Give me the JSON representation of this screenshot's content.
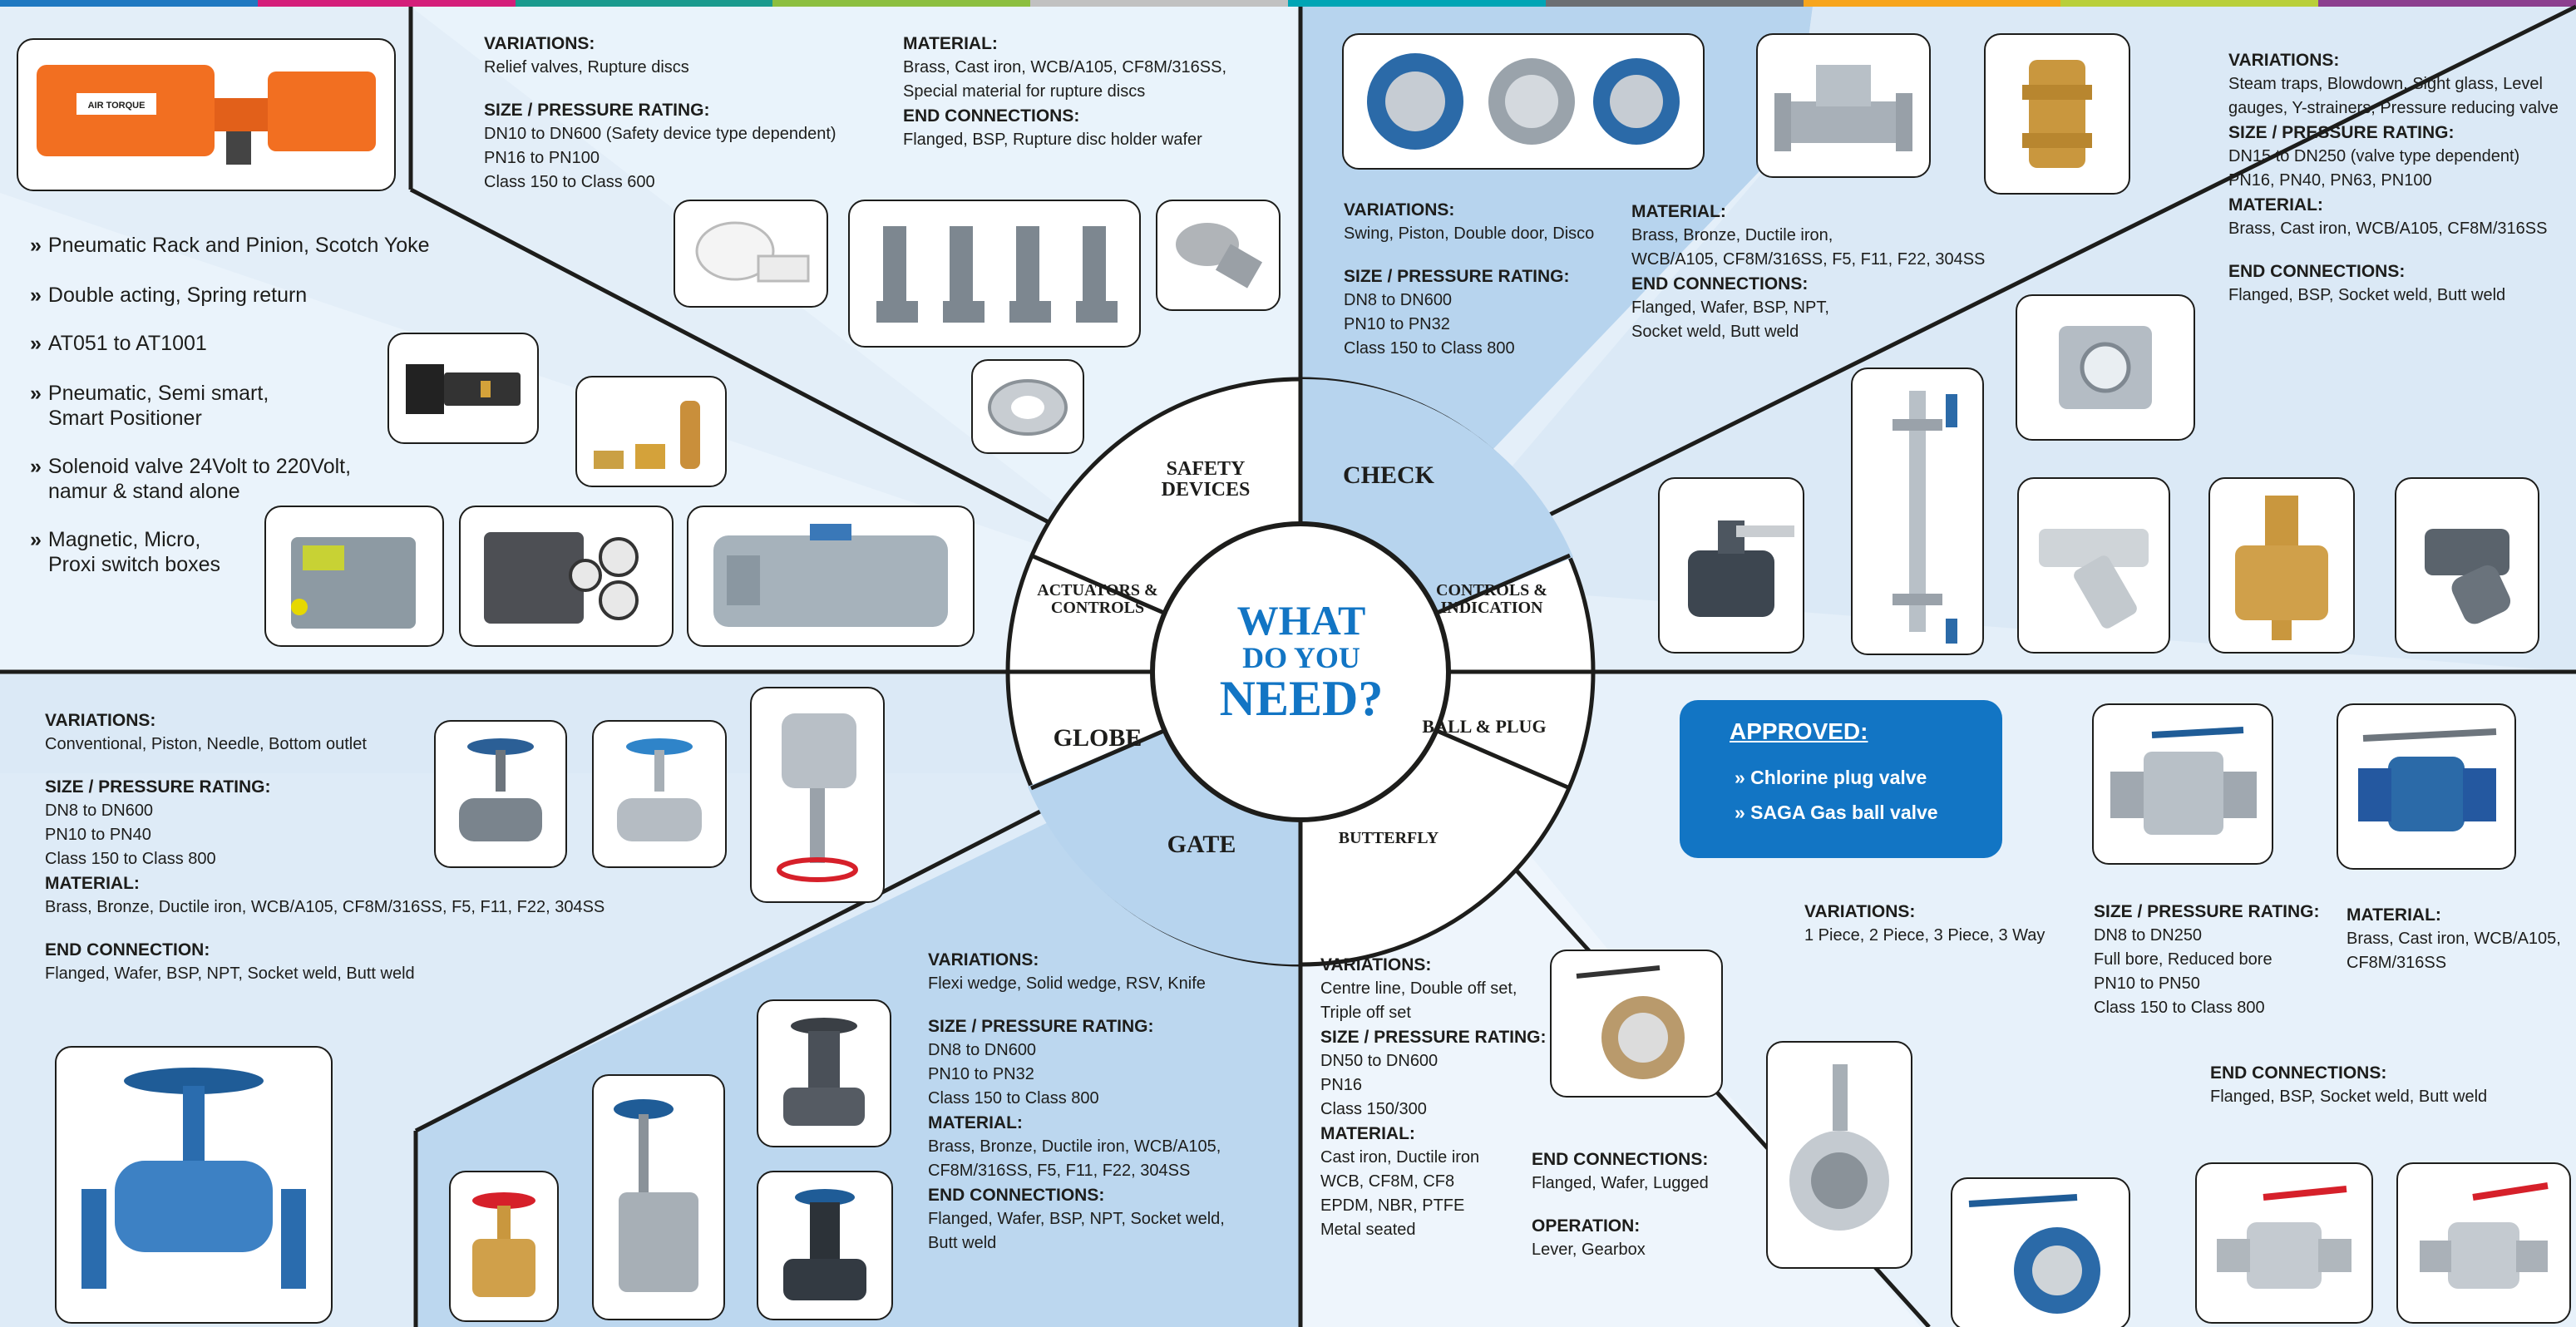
{
  "colors": {
    "accent_blue": "#1275c4",
    "light_blue_bg": "#dcebf7",
    "mid_blue_bg": "#b3d2ee",
    "divider": "#1d1d1b",
    "top_strip": [
      "#1f78c1",
      "#d41e7a",
      "#1a9a8e",
      "#8cbf3f",
      "#c1c1c1",
      "#00a5b5",
      "#6c6f73",
      "#f7a51c",
      "#b9cf3a",
      "#8c3f8f"
    ]
  },
  "center": {
    "line1": "WHAT",
    "line2": "DO YOU",
    "line3": "NEED?"
  },
  "segments": {
    "safety": {
      "line1": "SAFETY",
      "line2": "DEVICES"
    },
    "check": "CHECK",
    "actuators": {
      "line1": "ACTUATORS &",
      "line2": "CONTROLS"
    },
    "controls": {
      "line1": "CONTROLS &",
      "line2": "INDICATION"
    },
    "globe": "GLOBE",
    "ball": "BALL & PLUG",
    "gate": "GATE",
    "butterfly": "BUTTERFLY"
  },
  "actuators": {
    "bullets": [
      {
        "line1": "Pneumatic Rack and Pinion, Scotch Yoke"
      },
      {
        "line1": "Double acting, Spring return"
      },
      {
        "line1": "AT051 to AT1001"
      },
      {
        "line1": "Pneumatic, Semi smart,",
        "line2": "Smart Positioner"
      },
      {
        "line1": "Solenoid valve 24Volt to 220Volt,",
        "line2": "namur & stand alone"
      },
      {
        "line1": "Magnetic, Micro,",
        "line2": "Proxi switch boxes"
      }
    ],
    "bullet_marker": "»",
    "brand_label": "AIR TORQUE"
  },
  "safety": {
    "variations_h": "VARIATIONS:",
    "variations": "Relief valves, Rupture discs",
    "size_h": "SIZE / PRESSURE RATING:",
    "size": [
      "DN10 to DN600 (Safety device type dependent)",
      "PN16 to PN100",
      "Class 150 to Class 600"
    ],
    "material_h": "MATERIAL:",
    "material": [
      "Brass, Cast iron, WCB/A105, CF8M/316SS,",
      "Special material for rupture discs"
    ],
    "end_h": "END CONNECTIONS:",
    "end": "Flanged, BSP, Rupture disc holder wafer"
  },
  "check": {
    "variations_h": "VARIATIONS:",
    "variations": "Swing, Piston, Double door, Disco",
    "size_h": "SIZE / PRESSURE RATING:",
    "size": [
      "DN8 to DN600",
      "PN10 to PN32",
      "Class 150 to Class 800"
    ],
    "material_h": "MATERIAL:",
    "material": [
      "Brass, Bronze, Ductile iron,",
      "WCB/A105, CF8M/316SS, F5, F11, F22, 304SS"
    ],
    "end_h": "END CONNECTIONS:",
    "end": [
      "Flanged, Wafer, BSP, NPT,",
      "Socket weld, Butt weld"
    ]
  },
  "controls": {
    "variations_h": "VARIATIONS:",
    "variations": [
      "Steam traps, Blowdown, Sight glass, Level",
      "gauges, Y-strainers, Pressure reducing valve"
    ],
    "size_h": "SIZE / PRESSURE RATING:",
    "size": [
      "DN15 to DN250 (valve type dependent)",
      "PN16, PN40, PN63, PN100"
    ],
    "material_h": "MATERIAL:",
    "material": "Brass, Cast iron, WCB/A105, CF8M/316SS",
    "end_h": "END CONNECTIONS:",
    "end": "Flanged, BSP, Socket weld, Butt weld"
  },
  "globe": {
    "variations_h": "VARIATIONS:",
    "variations": "Conventional, Piston, Needle, Bottom outlet",
    "size_h": "SIZE / PRESSURE RATING:",
    "size": [
      "DN8 to DN600",
      "PN10 to PN40",
      "Class 150 to Class 800"
    ],
    "material_h": "MATERIAL:",
    "material": "Brass, Bronze, Ductile iron, WCB/A105, CF8M/316SS, F5, F11, F22, 304SS",
    "end_h": "END CONNECTION:",
    "end": "Flanged, Wafer, BSP, NPT, Socket weld, Butt weld"
  },
  "gate": {
    "variations_h": "VARIATIONS:",
    "variations": "Flexi wedge, Solid wedge, RSV, Knife",
    "size_h": "SIZE / PRESSURE RATING:",
    "size": [
      "DN8 to DN600",
      "PN10 to PN32",
      "Class 150 to Class 800"
    ],
    "material_h": "MATERIAL:",
    "material": [
      "Brass, Bronze, Ductile iron, WCB/A105,",
      "CF8M/316SS, F5, F11, F22, 304SS"
    ],
    "end_h": "END CONNECTIONS:",
    "end": [
      "Flanged, Wafer, BSP, NPT, Socket weld,",
      "Butt weld"
    ]
  },
  "butterfly": {
    "variations_h": "VARIATIONS:",
    "variations": [
      "Centre line, Double off set,",
      "Triple off set"
    ],
    "size_h": "SIZE / PRESSURE RATING:",
    "size": [
      "DN50 to DN600",
      "PN16",
      "Class 150/300"
    ],
    "material_h": "MATERIAL:",
    "material": [
      "Cast iron, Ductile iron",
      "WCB, CF8M, CF8",
      "EPDM, NBR, PTFE",
      "Metal seated"
    ],
    "end_h": "END CONNECTIONS:",
    "end": "Flanged, Wafer, Lugged",
    "operation_h": "OPERATION:",
    "operation": "Lever, Gearbox"
  },
  "ball": {
    "approved_title": "APPROVED:",
    "approved_items": [
      "» Chlorine plug valve",
      "» SAGA Gas ball valve"
    ],
    "variations_h": "VARIATIONS:",
    "variations": "1 Piece, 2 Piece, 3 Piece, 3 Way",
    "size_h": "SIZE / PRESSURE RATING:",
    "size": [
      "DN8 to DN250",
      "Full bore, Reduced bore",
      "PN10 to PN50",
      "Class 150 to Class 800"
    ],
    "material_h": "MATERIAL:",
    "material": [
      "Brass, Cast iron, WCB/A105,",
      "CF8M/316SS"
    ],
    "end_h": "END CONNECTIONS:",
    "end": "Flanged, BSP, Socket weld, Butt weld"
  },
  "icons": {
    "actuator": "pneumatic-actuator-icon",
    "valve": "valve-icon",
    "check": "wafer-check-valve-icon",
    "gauge": "positioner-gauge-icon"
  }
}
